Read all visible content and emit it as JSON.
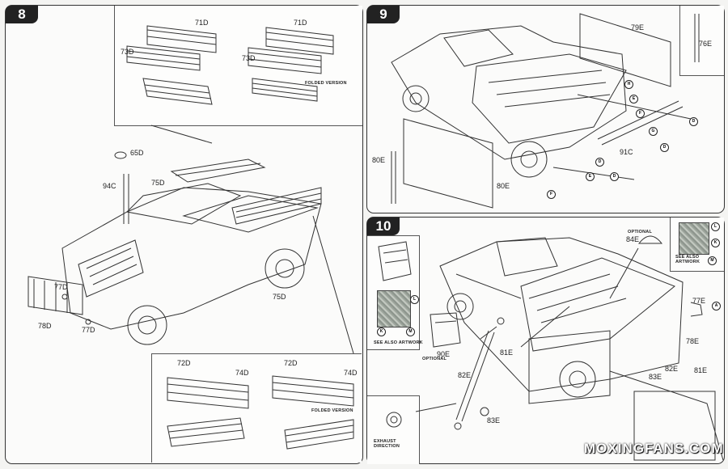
{
  "step8": {
    "number": "8",
    "parts": [
      "71D",
      "73D",
      "71D",
      "73D",
      "65D",
      "94C",
      "75D",
      "77D",
      "77D",
      "78D",
      "75D",
      "72D",
      "74D",
      "72D",
      "74D"
    ],
    "folded_top": "Folded Version",
    "folded_bottom": "Folded Version"
  },
  "step9": {
    "number": "9",
    "parts": [
      "79E",
      "80E",
      "80E",
      "91C",
      "76E"
    ],
    "callouts": [
      "D",
      "D",
      "D",
      "E",
      "E",
      "F",
      "F",
      "G",
      "H",
      "D"
    ]
  },
  "step10": {
    "number": "10",
    "optional_top": "Optional",
    "optional_left": "Optional",
    "see_also_left": "See Also Artwork",
    "see_also_right": "See Also Artwork",
    "exhaust": "Exhaust Direction",
    "parts": [
      "84E",
      "90E",
      "81E",
      "82E",
      "83E",
      "77E",
      "78E",
      "83E",
      "82E",
      "81E"
    ],
    "callouts": [
      "K",
      "M",
      "L",
      "L",
      "K",
      "M",
      "A"
    ]
  },
  "watermark": "MOXINGFANS.COM"
}
